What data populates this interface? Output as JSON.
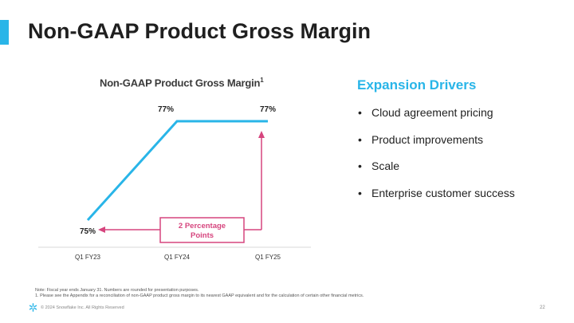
{
  "slide": {
    "title": "Non-GAAP Product Gross Margin",
    "accent_color": "#29b5e8",
    "page_number": "22"
  },
  "chart_data": {
    "type": "line",
    "title": "Non-GAAP Product Gross Margin",
    "title_footnote": "1",
    "categories": [
      "Q1 FY23",
      "Q1 FY24",
      "Q1 FY25"
    ],
    "values": [
      75,
      77,
      77
    ],
    "data_labels": [
      "75%",
      "77%",
      "77%"
    ],
    "line_color": "#29b5e8",
    "annotation": {
      "text_line1": "2 Percentage",
      "text_line2": "Points",
      "color": "#d6457e"
    },
    "grid": false
  },
  "expansion_drivers": {
    "title": "Expansion Drivers",
    "bullet": "•",
    "items": [
      "Cloud agreement pricing",
      "Product improvements",
      "Scale",
      "Enterprise customer success"
    ]
  },
  "notes": {
    "line1": "Note: Fiscal year ends January 31. Numbers are rounded for presentation purposes.",
    "line2": "1.  Please see the Appendix for a reconciliation of non-GAAP product gross margin to its nearest GAAP equivalent and for the calculation of certain other financial metrics."
  },
  "footer": {
    "copyright": "© 2024 Snowflake Inc. All Rights Reserved",
    "logo_icon": "snowflake-icon"
  }
}
